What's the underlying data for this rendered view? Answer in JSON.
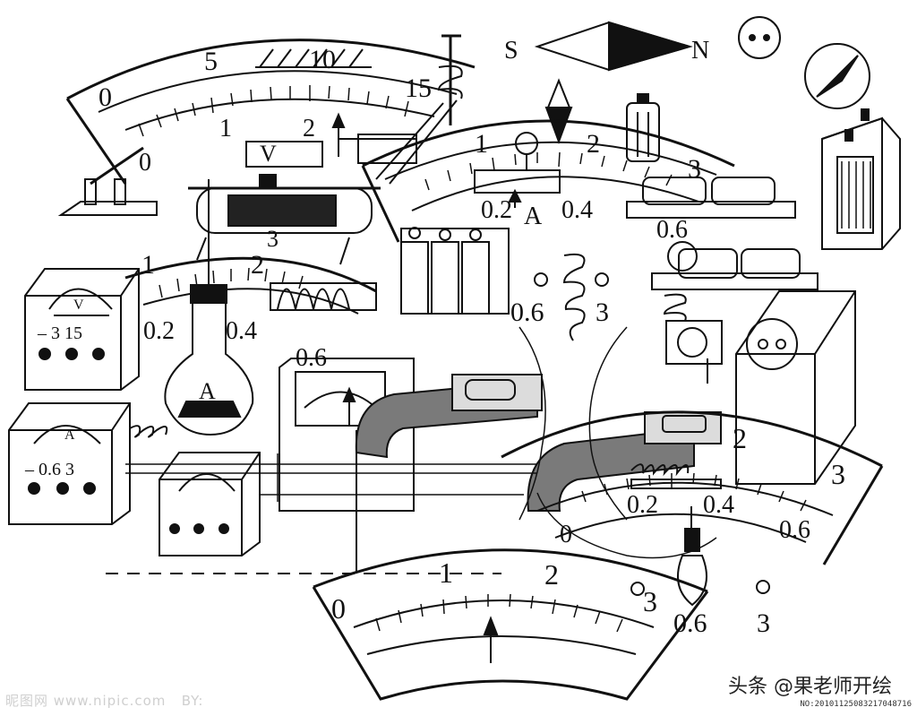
{
  "watermark": {
    "site": "昵图网 www.nipic.com",
    "by": "BY:",
    "author_tag": "头条 @果老师开绘",
    "image_no": "NO:20101125083217048716"
  },
  "compass_labels": {
    "south": "S",
    "north": "N"
  },
  "meter_top": {
    "scale_a": [
      "0",
      "5",
      "10",
      "15"
    ],
    "scale_b": [
      "0",
      "1",
      "2"
    ],
    "unit": "V"
  },
  "meter_mid": {
    "scale_a": [
      "1",
      "2",
      "3"
    ],
    "scale_b": [
      "0.2",
      "0.4",
      "0.6"
    ],
    "unit": "A",
    "terminal_a": "0.6",
    "terminal_b": "3"
  },
  "meter_left": {
    "scale_a": [
      "1",
      "2"
    ],
    "scale_b": [
      "0.2",
      "0.4",
      "0.6"
    ],
    "unit": "A"
  },
  "meter_right": {
    "scale_a": [
      "2",
      "3"
    ],
    "scale_b": [
      "0.2",
      "0.4",
      "0.6"
    ],
    "zero": "0"
  },
  "meter_bottom": {
    "scale": [
      "0",
      "1",
      "2",
      "3"
    ],
    "terminal_a": "0.6",
    "terminal_b": "3"
  },
  "voltmeter_small": {
    "unit": "V",
    "terminals": "– 3  15"
  },
  "ammeter_small": {
    "unit": "A",
    "terminals": "– 0.6 3"
  },
  "flask_label": "A",
  "rheostat_mark": "3"
}
